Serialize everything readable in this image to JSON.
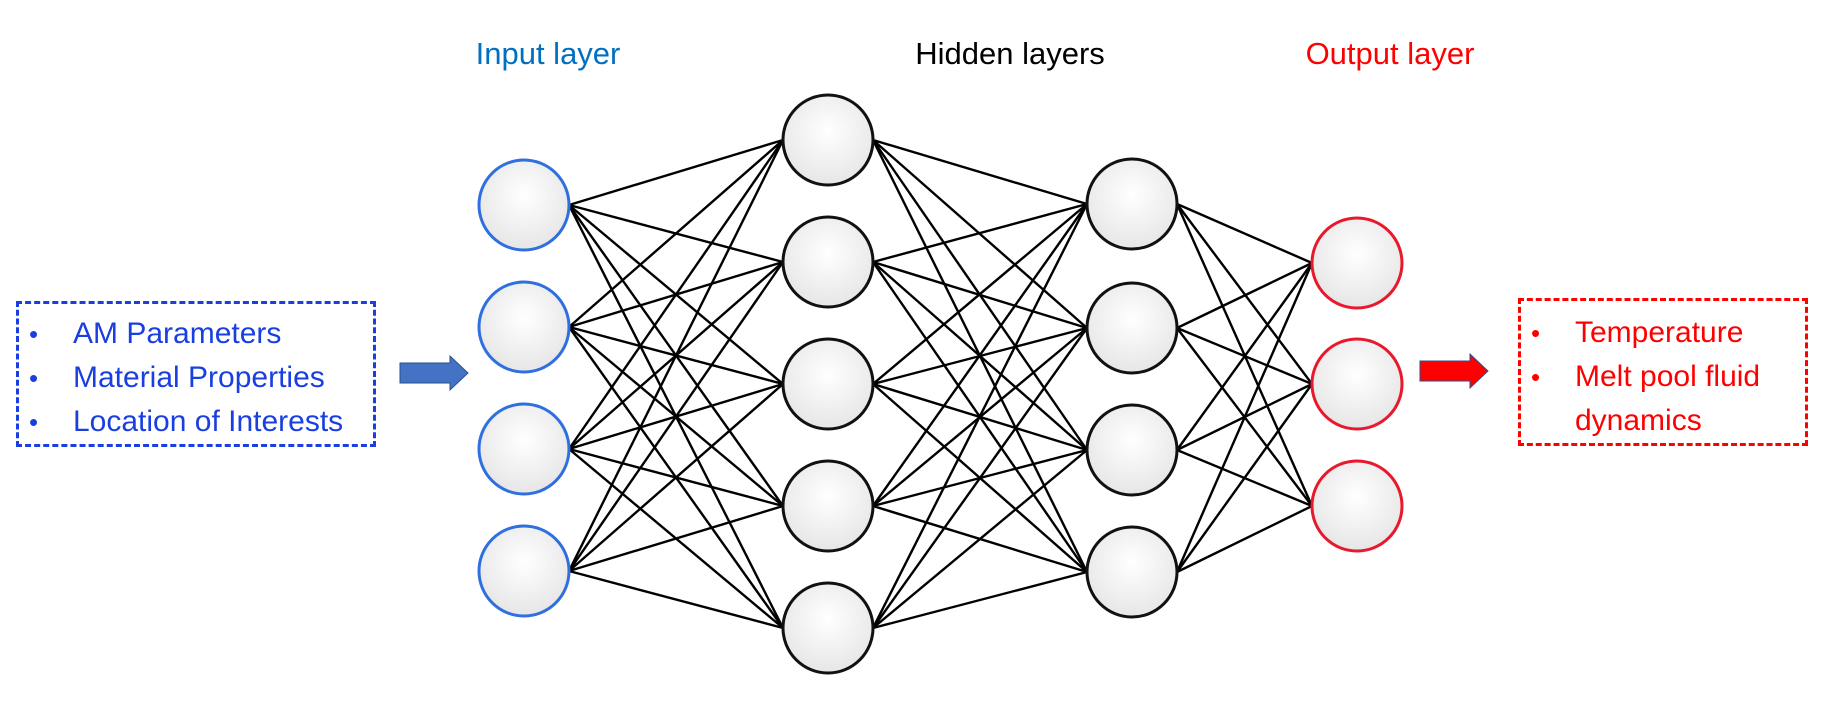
{
  "layers": {
    "input": {
      "title": "Input layer",
      "color": "#0070c0",
      "node_stroke": "#2f6fe0",
      "node_count": 4
    },
    "hidden": {
      "title": "Hidden layers",
      "color": "#000000",
      "node_stroke": "#111111",
      "node_counts": [
        5,
        4
      ]
    },
    "output": {
      "title": "Output layer",
      "color": "#ff0000",
      "node_stroke": "#e8192c",
      "node_count": 3
    }
  },
  "inputs_box": {
    "color": "#1a3fe0",
    "items": [
      "AM Parameters",
      "Material Properties",
      "Location of Interests"
    ]
  },
  "outputs_box": {
    "color": "#ff0000",
    "items": [
      "Temperature",
      "Melt pool fluid dynamics"
    ]
  },
  "arrows": {
    "input_arrow_color": "#4472c4",
    "output_arrow_color": "#ff0000"
  },
  "bullet_glyph": "•",
  "node_fill": "#f2f2f2",
  "edge_color": "#000000"
}
